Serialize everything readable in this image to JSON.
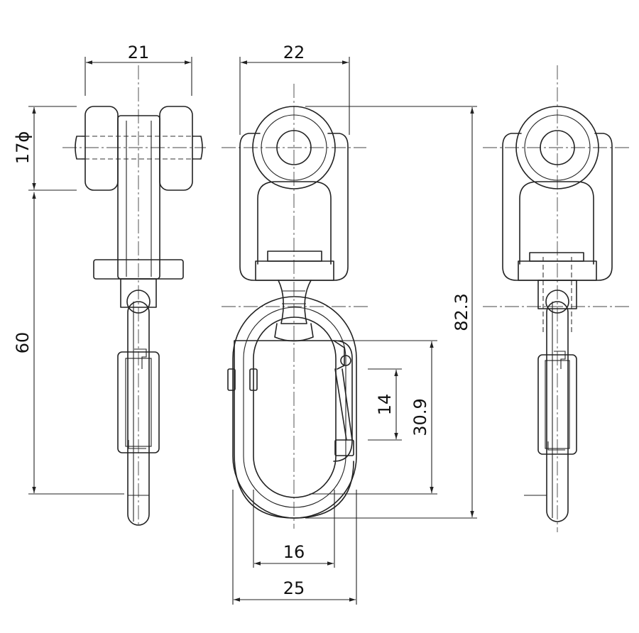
{
  "dimensions": {
    "side_width": "21",
    "front_top_width": "22",
    "wheel_dia": "17ϕ",
    "side_height": "60",
    "overall_height": "82.3",
    "hook_inner_height": "30.9",
    "gate_opening": "14",
    "hook_inner_width": "16",
    "hook_outer_width": "25"
  }
}
